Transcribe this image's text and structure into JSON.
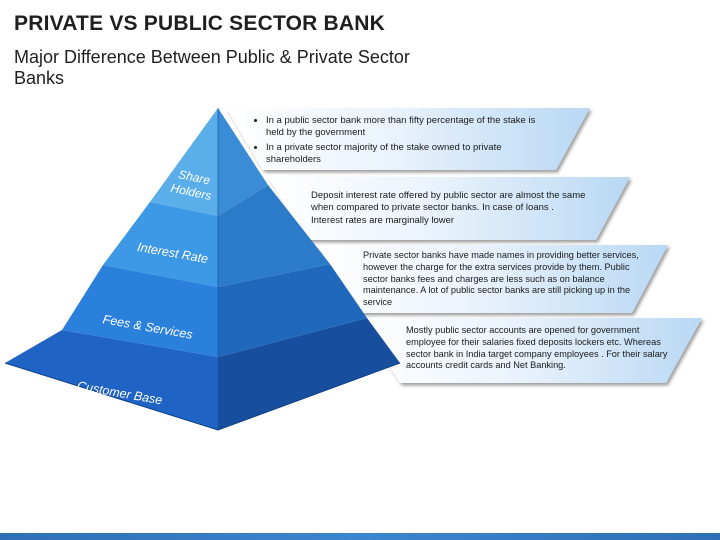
{
  "header": {
    "title": "PRIVATE VS PUBLIC SECTOR BANK",
    "subtitle": "Major Difference Between Public & Private Sector Banks"
  },
  "pyramid": {
    "levels": [
      {
        "label": "Share Holders",
        "color": "#5aaeea"
      },
      {
        "label": "Interest Rate",
        "color": "#3d98e6"
      },
      {
        "label": "Fees & Services",
        "color": "#2b80dc"
      },
      {
        "label": "Customer Base",
        "color": "#1f63c4"
      }
    ]
  },
  "descriptions": {
    "share_holders": [
      "In a public sector bank more than fifty percentage of the stake is held by the government",
      "In a private sector majority of the stake owned to private shareholders"
    ],
    "interest_rate": "Deposit interest rate offered by public sector are almost the same when compared to private sector banks. In case of loans . Interest rates are marginally lower",
    "fees_services": "Private sector banks have made names in providing better services, however the charge for the extra services provide by them. Public sector banks fees and charges are less such as on balance maintenance. A lot of public sector banks are still picking up in the service",
    "customer_base": "Mostly public sector accounts are opened for government employee for their salaries fixed deposits lockers etc. Whereas sector bank in India target company employees . For their salary accounts credit cards and Net Banking."
  }
}
